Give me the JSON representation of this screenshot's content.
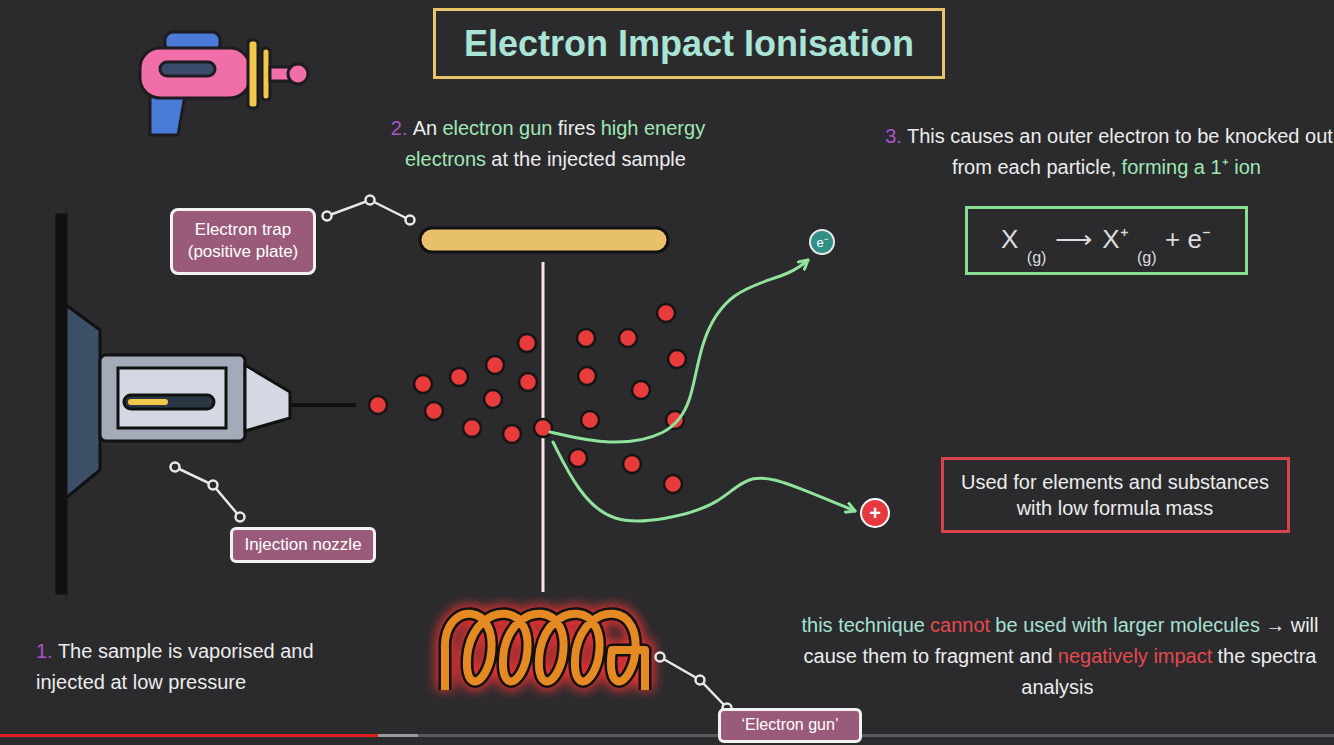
{
  "diagram": {
    "title": "Electron Impact Ionisation",
    "nodes": [
      {
        "text": [
          "Electron trap (positive plate)"
        ]
      },
      {
        "text": [
          "X",
          "(g)",
          "⟶",
          "X⁺",
          "(g)",
          "+ e⁻"
        ]
      },
      {
        "text": [
          "e⁻"
        ]
      },
      {
        "text": [
          "Used for elements and substances with low formula mass"
        ]
      },
      {
        "text": [
          "+"
        ]
      },
      {
        "text": [
          "Injection nozzle"
        ]
      },
      {
        "text": [
          "‘Electron gun’"
        ]
      }
    ],
    "labels": [
      "2.",
      "An",
      "electron gun",
      "fires",
      "high energy electrons",
      "at the injected sample",
      "3.",
      "This causes an outer electron to be knocked out from each particle,",
      "forming a 1⁺ ion",
      "this technique",
      "cannot",
      "be used with larger molecules",
      "→ will cause them to fragment and",
      "negatively impact",
      "the spectra analysis",
      "1.",
      "The sample is vaporised and injected at low pressure"
    ]
  }
}
